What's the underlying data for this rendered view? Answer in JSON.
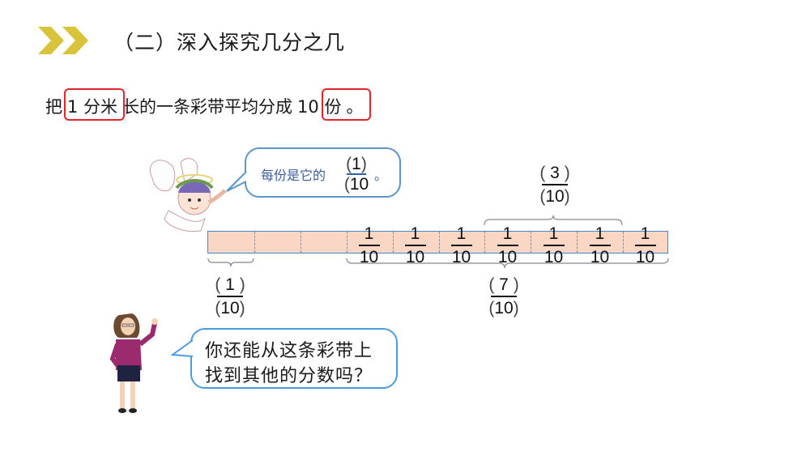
{
  "header": {
    "icon": "double-chevron-right-icon",
    "icon_color": "#d9c33a",
    "title": "（二）深入探究几分之几"
  },
  "problem": {
    "prefix": "把",
    "highlight1": "1 分米",
    "middle": "长的一条彩带平均分成",
    "highlight2": "10 份",
    "suffix": "。",
    "highlight_color": "#e0262a"
  },
  "angel_bubble": {
    "text": "每份是它的",
    "numerator": "1",
    "denominator": "10",
    "period": "。"
  },
  "strip": {
    "segments": 10,
    "fill_color": "#fad7c5",
    "border_color": "#4a86c5",
    "labeled_segments": [
      {
        "numerator": "1",
        "denominator": "10"
      },
      {
        "numerator": "1",
        "denominator": "10"
      },
      {
        "numerator": "1",
        "denominator": "10"
      },
      {
        "numerator": "1",
        "denominator": "10"
      },
      {
        "numerator": "1",
        "denominator": "10"
      },
      {
        "numerator": "1",
        "denominator": "10"
      },
      {
        "numerator": "1",
        "denominator": "10"
      }
    ]
  },
  "braces": {
    "top": {
      "numerator": "3",
      "denominator": "10",
      "covers": "segments 6-8"
    },
    "bottom_left": {
      "numerator": "1",
      "denominator": "10",
      "covers": "segment 1"
    },
    "bottom_right": {
      "numerator": "7",
      "denominator": "10",
      "covers": "segments 4-10"
    }
  },
  "teacher_bubble": {
    "line1": "你还能从这条彩带上",
    "line2": "找到其他的分数吗？"
  }
}
